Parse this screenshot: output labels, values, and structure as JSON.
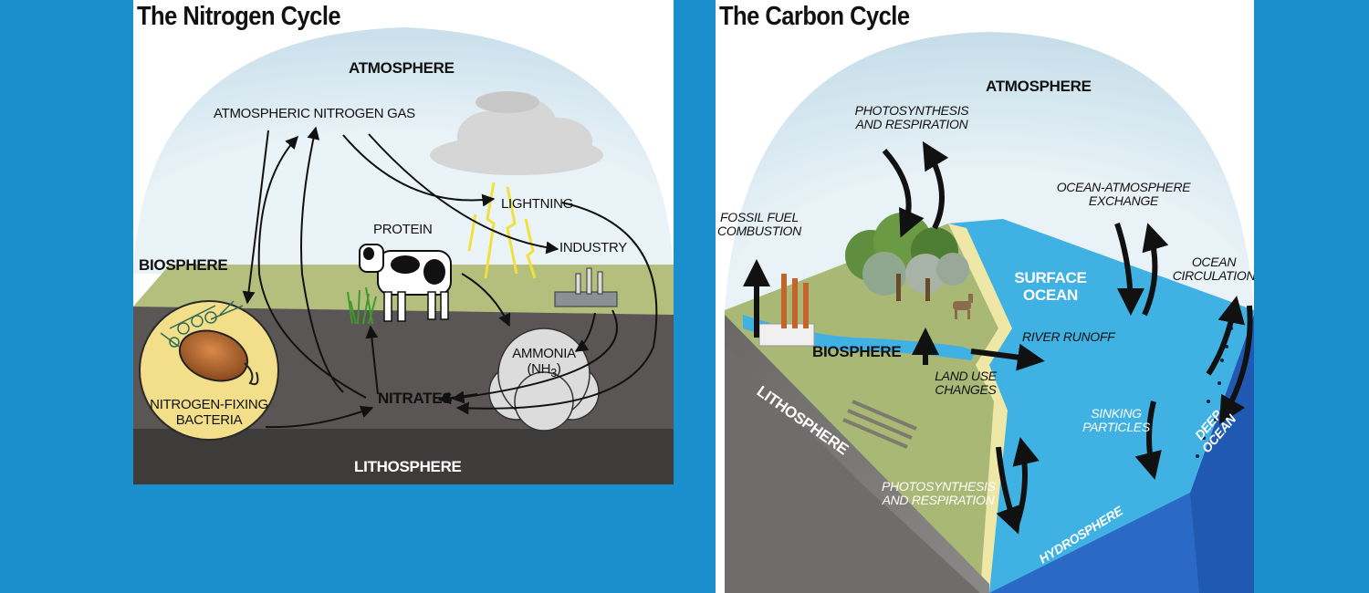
{
  "nitrogen": {
    "title": "The Nitrogen Cycle",
    "atmosphere": "ATMOSPHERE",
    "atm_gas": "ATMOSPHERIC NITROGEN GAS",
    "lightning": "LIGHTNING",
    "protein": "PROTEIN",
    "industry": "INDUSTRY",
    "biosphere": "BIOSPHERE",
    "ammonia": "AMMONIA",
    "nh3": "(NH",
    "nh3_sub": "3",
    "nh3_close": ")",
    "nitrates": "NITRATES",
    "bacteria_line1": "NITROGEN-FIXING",
    "bacteria_line2": "BACTERIA",
    "lithosphere": "LITHOSPHERE"
  },
  "carbon": {
    "title": "The Carbon Cycle",
    "atmosphere": "ATMOSPHERE",
    "photo_top_line1": "PHOTOSYNTHESIS",
    "photo_top_line2": "AND RESPIRATION",
    "ocean_exchange_line1": "OCEAN-ATMOSPHERE",
    "ocean_exchange_line2": "EXCHANGE",
    "fossil_line1": "FOSSIL FUEL",
    "fossil_line2": "COMBUSTION",
    "surface_line1": "SURFACE",
    "surface_line2": "OCEAN",
    "circulation_line1": "OCEAN",
    "circulation_line2": "CIRCULATION",
    "biosphere": "BIOSPHERE",
    "river": "RIVER RUNOFF",
    "landuse_line1": "LAND USE",
    "landuse_line2": "CHANGES",
    "lithosphere": "LITHOSPHERE",
    "sinking_line1": "SINKING",
    "sinking_line2": "PARTICLES",
    "deep_line1": "DEEP",
    "deep_line2": "OCEAN",
    "photo_bottom_line1": "PHOTOSYNTHESIS",
    "photo_bottom_line2": "AND RESPIRATION",
    "hydrosphere": "HYDROSPHERE"
  }
}
